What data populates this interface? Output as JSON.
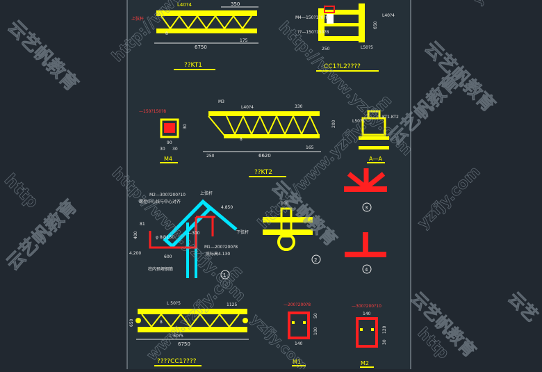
{
  "colors": {
    "background": "#212830",
    "sheet": "#253038",
    "member": "#ffff00",
    "annotation": "#ff2020",
    "cyan_member": "#00e5ff",
    "dimension": "#e8e8e8",
    "note": "#ff4040",
    "watermark": "#8a96a0"
  },
  "watermarks": [
    "yzfjy.com",
    "http://www.yzfjy.com",
    "云艺帆教育",
    "http://www.yzfjy.com",
    "云艺帆教育",
    "http",
    "云艺帆教育",
    "http://www.yzfjy.com",
    "云艺帆教育",
    "http://www.yzfjy.com",
    "云艺帆教育",
    "yzfjy.com",
    "www.yzfjy.com",
    "云艺帆教育",
    "http",
    "yzfjy.com",
    "云艺"
  ],
  "kt1": {
    "title": "??KT1",
    "top_chord": "L40?4",
    "dim_350": "350",
    "top_label": "上弦杆",
    "dim_8": "8",
    "dim_175": "175",
    "dim_total": "6750"
  },
  "cc1l2": {
    "title": "CC1?L2????",
    "plate": "M4—150?1?0?8",
    "angle_label": "L40?4",
    "dim_650": "650",
    "plate_label": "??—150?150?8",
    "dim_250": "250",
    "angle_bottom": "L50?5"
  },
  "m4": {
    "note": "—150?150?8",
    "dim_30": "30",
    "dim_90": "90",
    "dim_a": "30",
    "dim_b": "30",
    "title": "M4"
  },
  "kt2": {
    "title": "??KT2",
    "top_label": "M3",
    "top_chord": "L40?4",
    "dim_330": "330",
    "dim_200": "200",
    "dim_8": "8",
    "dim_250": "250",
    "dim_total": "6620",
    "dim_165": "165"
  },
  "section_aa": {
    "top_note": "L50?5",
    "tag": "KT1.KT2",
    "title": "A—A"
  },
  "roof_detail": {
    "plate_note": "M2—300?200?10",
    "note2": "螺栓中心线与中心对齐",
    "top_label": "上弦杆",
    "elev_top": "4.850",
    "lower_label": "下弦杆",
    "plate_m1": "M1—200?200?8",
    "elev_1": "底标高4.130",
    "dim_300": "—300",
    "dim_600": "600",
    "dim_81": "81",
    "dim_400": "400",
    "elev_4200": "4.200",
    "phi_note": "φ 8@150",
    "bottom_note": "柱内预埋钢筋",
    "circle_1": "1"
  },
  "joint_2": {
    "dim_100": "100",
    "circle": "2"
  },
  "joint_3": {
    "circle": "3"
  },
  "joint_4": {
    "circle": "4"
  },
  "cc1": {
    "title": "????CC1????",
    "angle_top": "L 50?5",
    "angle_bottom": "L 50?5",
    "dim_1125": "1125",
    "dim_650": "650",
    "dim_total": "6750",
    "web_note": "8"
  },
  "m1": {
    "note": "—200?200?8",
    "dim_50": "50",
    "dim_100": "100",
    "dim_140": "140",
    "title": "M1"
  },
  "m2": {
    "note": "—300?200?10",
    "dim_140": "140",
    "dim_120": "120",
    "dim_30": "30",
    "title": "M2"
  }
}
